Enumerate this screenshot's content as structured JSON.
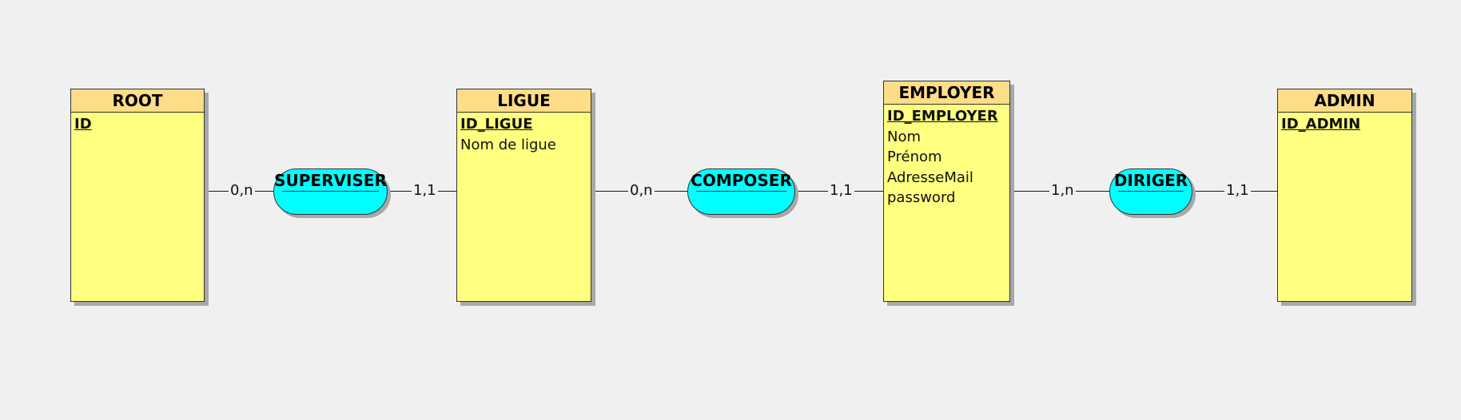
{
  "entities": {
    "root": {
      "name": "ROOT",
      "attributes": [
        {
          "label": "ID",
          "primary_key": true
        }
      ]
    },
    "ligue": {
      "name": "LIGUE",
      "attributes": [
        {
          "label": "ID_LIGUE",
          "primary_key": true
        },
        {
          "label": "Nom de ligue",
          "primary_key": false
        }
      ]
    },
    "employer": {
      "name": "EMPLOYER",
      "attributes": [
        {
          "label": "ID_EMPLOYER",
          "primary_key": true
        },
        {
          "label": "Nom",
          "primary_key": false
        },
        {
          "label": "Prénom",
          "primary_key": false
        },
        {
          "label": "AdresseMail",
          "primary_key": false
        },
        {
          "label": "password",
          "primary_key": false
        }
      ]
    },
    "admin": {
      "name": "ADMIN",
      "attributes": [
        {
          "label": "ID_ADMIN",
          "primary_key": true
        }
      ]
    }
  },
  "associations": {
    "superviser": {
      "name": "SUPERVISER",
      "left_cardinality": "0,n",
      "right_cardinality": "1,1"
    },
    "composer": {
      "name": "COMPOSER",
      "left_cardinality": "0,n",
      "right_cardinality": "1,1"
    },
    "diriger": {
      "name": "DIRIGER",
      "left_cardinality": "1,n",
      "right_cardinality": "1,1"
    }
  },
  "colors": {
    "background": "#f0f0f0",
    "entity_header": "#ffdd88",
    "entity_body": "#ffff80",
    "association": "#00ffff",
    "border": "#333333"
  }
}
